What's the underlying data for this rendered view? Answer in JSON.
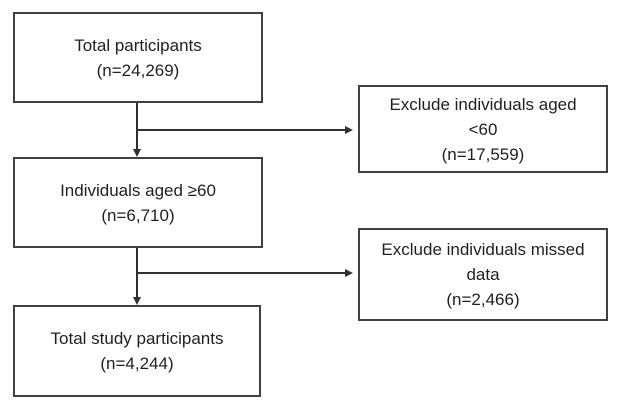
{
  "diagram": {
    "type": "flowchart",
    "nodes": [
      {
        "id": "total-participants",
        "lines": [
          "Total participants",
          "(n=24,269)"
        ]
      },
      {
        "id": "exclude-aged-under-60",
        "lines": [
          "Exclude individuals aged",
          "<60",
          "(n=17,559)"
        ]
      },
      {
        "id": "individuals-aged-60-plus",
        "lines": [
          "Individuals aged ≥60",
          "(n=6,710)"
        ]
      },
      {
        "id": "exclude-missed-data",
        "lines": [
          "Exclude individuals missed",
          "data",
          "(n=2,466)"
        ]
      },
      {
        "id": "total-study-participants",
        "lines": [
          "Total study participants",
          "(n=4,244)"
        ]
      }
    ],
    "colors": {
      "box_border": "#404040",
      "text": "#1f1f1f",
      "connector": "#303030",
      "background": "#ffffff"
    }
  }
}
